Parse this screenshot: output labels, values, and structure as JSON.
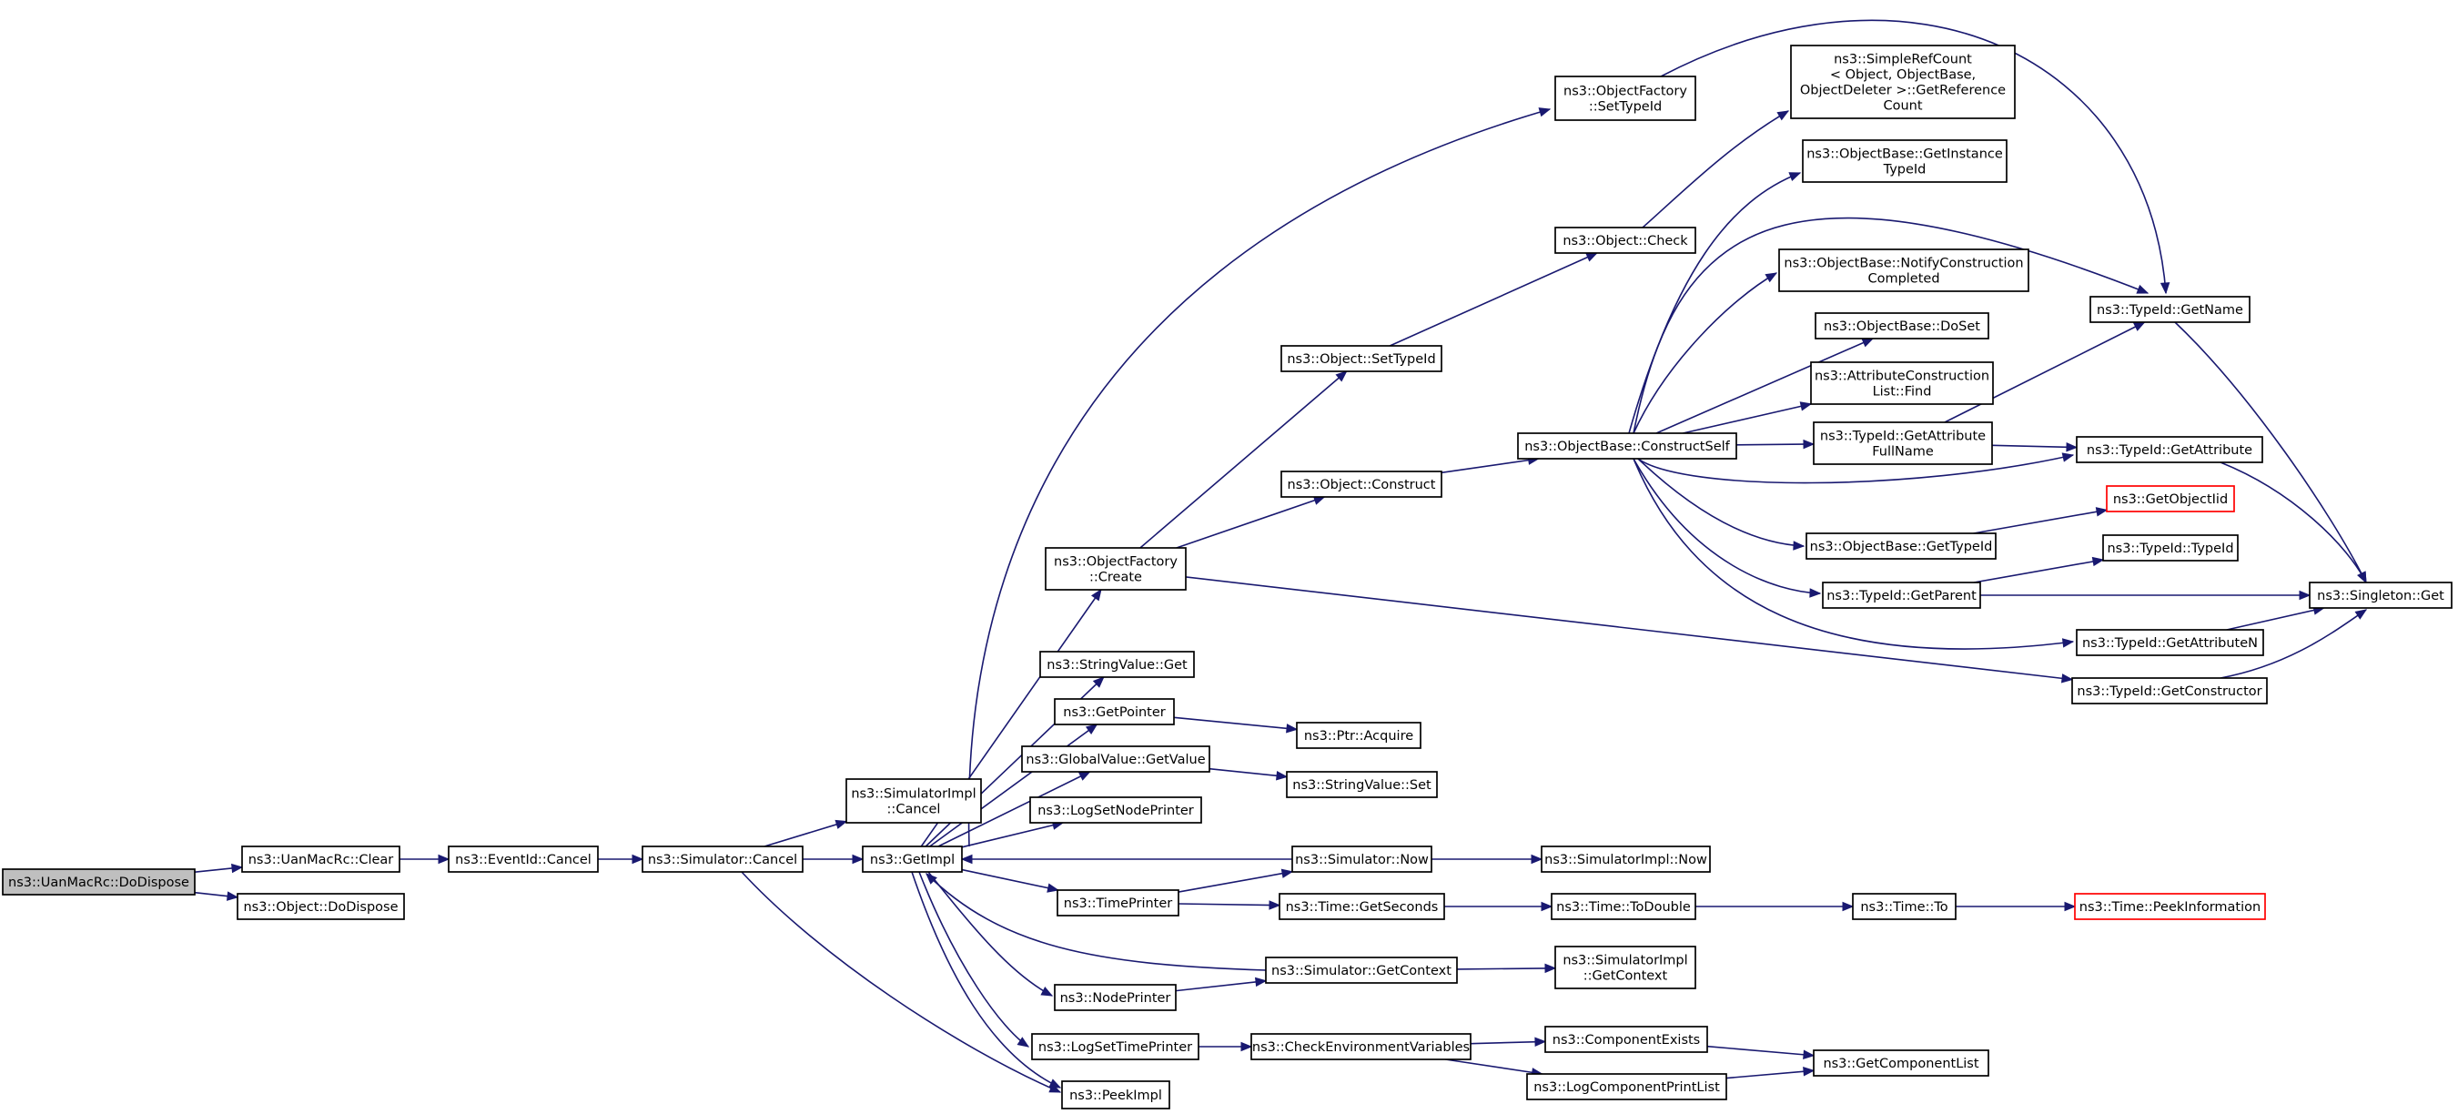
{
  "graph": {
    "edge_color": "#191970",
    "missing_node_border_color": "#ff0000",
    "root_fill_color": "#bfbfbf",
    "nodes": [
      {
        "id": "n0",
        "lines": [
          "ns3::UanMacRc::DoDispose"
        ],
        "style": "root"
      },
      {
        "id": "n1",
        "lines": [
          "ns3::UanMacRc::Clear"
        ]
      },
      {
        "id": "n2",
        "lines": [
          "ns3::Object::DoDispose"
        ]
      },
      {
        "id": "n3",
        "lines": [
          "ns3::EventId::Cancel"
        ]
      },
      {
        "id": "n4",
        "lines": [
          "ns3::Simulator::Cancel"
        ]
      },
      {
        "id": "n5",
        "lines": [
          "ns3::GetImpl"
        ]
      },
      {
        "id": "n6",
        "lines": [
          "ns3::PeekImpl"
        ]
      },
      {
        "id": "n7",
        "lines": [
          "ns3::SimulatorImpl",
          "::Cancel"
        ]
      },
      {
        "id": "n8",
        "lines": [
          "ns3::ObjectFactory",
          "::Create"
        ]
      },
      {
        "id": "n9",
        "lines": [
          "ns3::StringValue::Get"
        ]
      },
      {
        "id": "n10",
        "lines": [
          "ns3::GetPointer"
        ]
      },
      {
        "id": "n11",
        "lines": [
          "ns3::GlobalValue::GetValue"
        ]
      },
      {
        "id": "n12",
        "lines": [
          "ns3::LogSetNodePrinter"
        ]
      },
      {
        "id": "n13",
        "lines": [
          "ns3::TimePrinter"
        ]
      },
      {
        "id": "n14",
        "lines": [
          "ns3::NodePrinter"
        ]
      },
      {
        "id": "n15",
        "lines": [
          "ns3::LogSetTimePrinter"
        ]
      },
      {
        "id": "n16",
        "lines": [
          "ns3::ObjectFactory",
          "::SetTypeId"
        ]
      },
      {
        "id": "n17",
        "lines": [
          "ns3::Object::SetTypeId"
        ]
      },
      {
        "id": "n18",
        "lines": [
          "ns3::Object::Construct"
        ]
      },
      {
        "id": "n19",
        "lines": [
          "ns3::Object::Check"
        ]
      },
      {
        "id": "n20",
        "lines": [
          "ns3::ObjectBase::ConstructSelf"
        ]
      },
      {
        "id": "n21",
        "lines": [
          "ns3::SimpleRefCount",
          "< Object, ObjectBase,",
          "ObjectDeleter >::GetReference",
          "Count"
        ]
      },
      {
        "id": "n22",
        "lines": [
          "ns3::ObjectBase::GetInstance",
          "TypeId"
        ]
      },
      {
        "id": "n23",
        "lines": [
          "ns3::ObjectBase::NotifyConstruction",
          "Completed"
        ]
      },
      {
        "id": "n24",
        "lines": [
          "ns3::ObjectBase::DoSet"
        ]
      },
      {
        "id": "n25",
        "lines": [
          "ns3::AttributeConstruction",
          "List::Find"
        ]
      },
      {
        "id": "n26",
        "lines": [
          "ns3::TypeId::GetAttribute",
          "FullName"
        ]
      },
      {
        "id": "n27",
        "lines": [
          "ns3::ObjectBase::GetTypeId"
        ]
      },
      {
        "id": "n28",
        "lines": [
          "ns3::TypeId::GetParent"
        ]
      },
      {
        "id": "n29",
        "lines": [
          "ns3::TypeId::GetName"
        ]
      },
      {
        "id": "n30",
        "lines": [
          "ns3::TypeId::GetAttribute"
        ]
      },
      {
        "id": "n31",
        "lines": [
          "ns3::GetObjectIid"
        ],
        "style": "red"
      },
      {
        "id": "n32",
        "lines": [
          "ns3::TypeId::TypeId"
        ]
      },
      {
        "id": "n33",
        "lines": [
          "ns3::Singleton::Get"
        ]
      },
      {
        "id": "n34",
        "lines": [
          "ns3::TypeId::GetAttributeN"
        ]
      },
      {
        "id": "n35",
        "lines": [
          "ns3::TypeId::GetConstructor"
        ]
      },
      {
        "id": "n36",
        "lines": [
          "ns3::Ptr::Acquire"
        ]
      },
      {
        "id": "n37",
        "lines": [
          "ns3::StringValue::Set"
        ]
      },
      {
        "id": "n38",
        "lines": [
          "ns3::Simulator::Now"
        ]
      },
      {
        "id": "n39",
        "lines": [
          "ns3::SimulatorImpl::Now"
        ]
      },
      {
        "id": "n40",
        "lines": [
          "ns3::Time::GetSeconds"
        ]
      },
      {
        "id": "n41",
        "lines": [
          "ns3::Time::ToDouble"
        ]
      },
      {
        "id": "n42",
        "lines": [
          "ns3::Time::To"
        ]
      },
      {
        "id": "n43",
        "lines": [
          "ns3::Time::PeekInformation"
        ],
        "style": "red"
      },
      {
        "id": "n44",
        "lines": [
          "ns3::Simulator::GetContext"
        ]
      },
      {
        "id": "n45",
        "lines": [
          "ns3::SimulatorImpl",
          "::GetContext"
        ]
      },
      {
        "id": "n46",
        "lines": [
          "ns3::CheckEnvironmentVariables"
        ]
      },
      {
        "id": "n47",
        "lines": [
          "ns3::ComponentExists"
        ]
      },
      {
        "id": "n48",
        "lines": [
          "ns3::LogComponentPrintList"
        ]
      },
      {
        "id": "n49",
        "lines": [
          "ns3::GetComponentList"
        ]
      }
    ],
    "edges": [
      [
        "n0",
        "n1"
      ],
      [
        "n0",
        "n2"
      ],
      [
        "n1",
        "n3"
      ],
      [
        "n3",
        "n4"
      ],
      [
        "n4",
        "n5"
      ],
      [
        "n4",
        "n6"
      ],
      [
        "n4",
        "n7"
      ],
      [
        "n5",
        "n8"
      ],
      [
        "n5",
        "n9"
      ],
      [
        "n5",
        "n10"
      ],
      [
        "n5",
        "n11"
      ],
      [
        "n5",
        "n12"
      ],
      [
        "n5",
        "n13"
      ],
      [
        "n5",
        "n14"
      ],
      [
        "n5",
        "n15"
      ],
      [
        "n5",
        "n16"
      ],
      [
        "n5",
        "n6"
      ],
      [
        "n8",
        "n17"
      ],
      [
        "n8",
        "n18"
      ],
      [
        "n8",
        "n35"
      ],
      [
        "n16",
        "n29"
      ],
      [
        "n17",
        "n19"
      ],
      [
        "n19",
        "n21"
      ],
      [
        "n18",
        "n20"
      ],
      [
        "n20",
        "n22"
      ],
      [
        "n20",
        "n23"
      ],
      [
        "n20",
        "n24"
      ],
      [
        "n20",
        "n25"
      ],
      [
        "n20",
        "n26"
      ],
      [
        "n20",
        "n27"
      ],
      [
        "n20",
        "n28"
      ],
      [
        "n20",
        "n29"
      ],
      [
        "n20",
        "n30"
      ],
      [
        "n20",
        "n34"
      ],
      [
        "n26",
        "n29"
      ],
      [
        "n26",
        "n30"
      ],
      [
        "n27",
        "n31"
      ],
      [
        "n28",
        "n32"
      ],
      [
        "n28",
        "n33"
      ],
      [
        "n29",
        "n33"
      ],
      [
        "n30",
        "n33"
      ],
      [
        "n34",
        "n33"
      ],
      [
        "n35",
        "n33"
      ],
      [
        "n10",
        "n36"
      ],
      [
        "n11",
        "n37"
      ],
      [
        "n38",
        "n5"
      ],
      [
        "n38",
        "n39"
      ],
      [
        "n13",
        "n38"
      ],
      [
        "n13",
        "n40"
      ],
      [
        "n40",
        "n41"
      ],
      [
        "n41",
        "n42"
      ],
      [
        "n42",
        "n43"
      ],
      [
        "n44",
        "n5"
      ],
      [
        "n44",
        "n45"
      ],
      [
        "n14",
        "n44"
      ],
      [
        "n15",
        "n46"
      ],
      [
        "n46",
        "n47"
      ],
      [
        "n46",
        "n48"
      ],
      [
        "n47",
        "n49"
      ],
      [
        "n48",
        "n49"
      ]
    ]
  }
}
